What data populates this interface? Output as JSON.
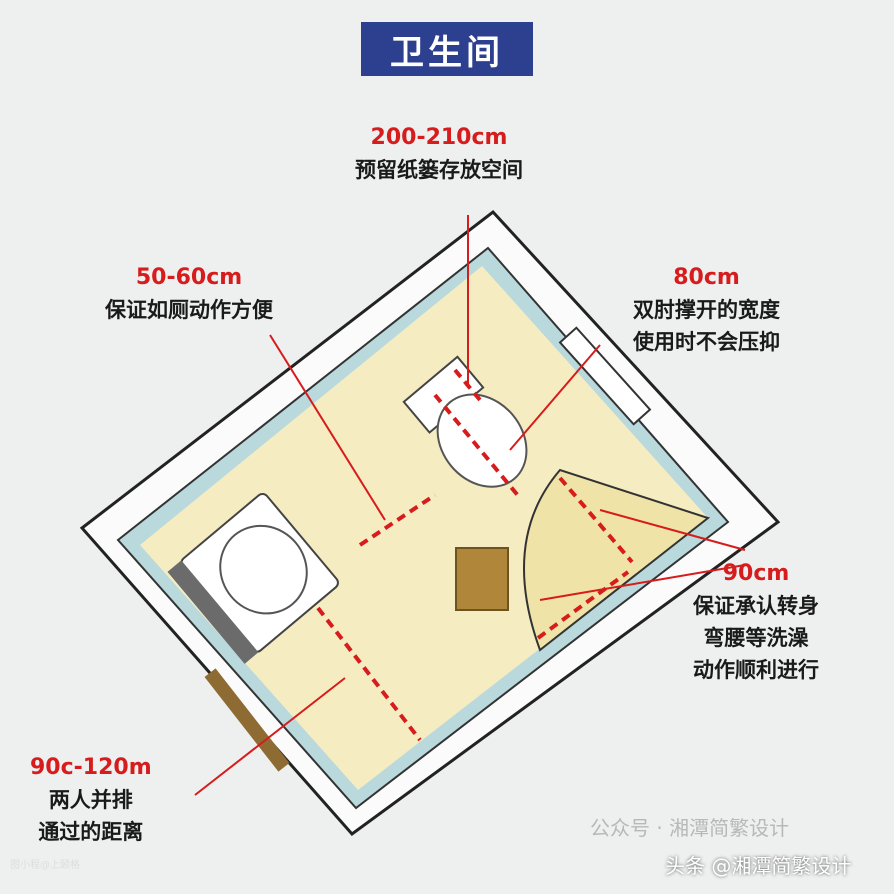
{
  "title": "卫生间",
  "annotations": [
    {
      "dimension": "200-210cm",
      "lines": [
        "预留纸篓存放空间"
      ]
    },
    {
      "dimension": "50-60cm",
      "lines": [
        "保证如厕动作方便"
      ]
    },
    {
      "dimension": "80cm",
      "lines": [
        "双肘撑开的宽度",
        "使用时不会压抑"
      ]
    },
    {
      "dimension": "90cm",
      "lines": [
        "保证承认转身",
        "弯腰等洗澡",
        "动作顺利进行"
      ]
    },
    {
      "dimension": "90c-120m",
      "lines": [
        "两人并排",
        "通过的距离"
      ]
    }
  ],
  "watermarks": {
    "toutiao": "头条 @湘潭简繁设计",
    "wechat": "公众号 · 湘潭简繁设计",
    "corner": "图小程@上颐格"
  },
  "colors": {
    "accent": "#d61c1c",
    "title_bg": "#2d3f8f",
    "floor": "#f5ecc2",
    "wall": "#b9d9dc"
  }
}
